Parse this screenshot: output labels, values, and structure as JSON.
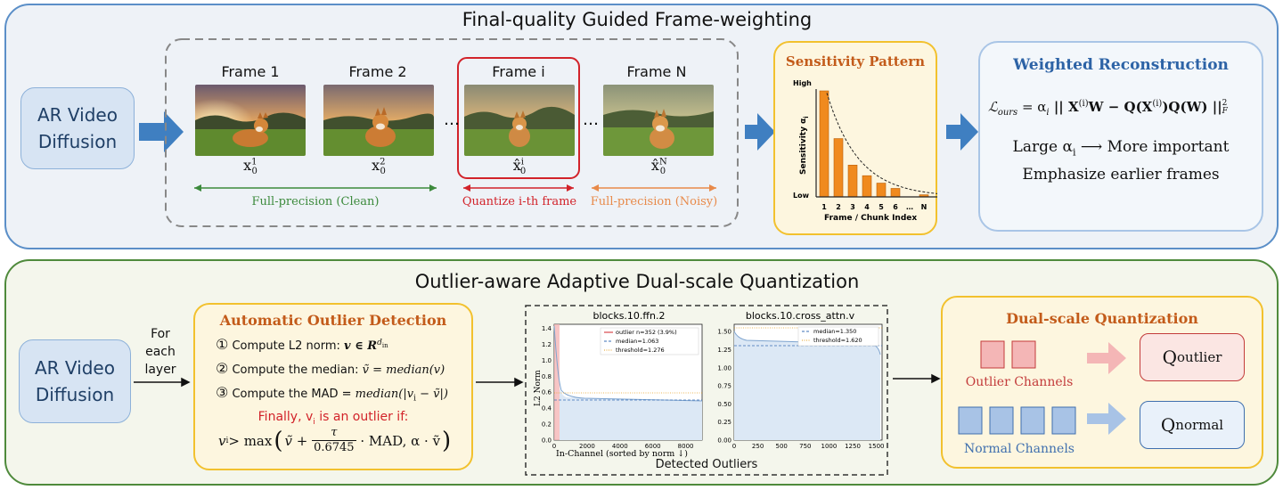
{
  "top": {
    "title": "Final-quality Guided Frame-weighting",
    "source_box": [
      "AR Video",
      "Diffusion"
    ],
    "frames": [
      {
        "title": "Frame 1",
        "label": "x",
        "sup": "1",
        "sub": "0",
        "hat": false
      },
      {
        "title": "Frame 2",
        "label": "x",
        "sup": "2",
        "sub": "0",
        "hat": false
      },
      {
        "title": "Frame i",
        "label": "x̂",
        "sup": "i",
        "sub": "0",
        "hat": true
      },
      {
        "title": "Frame N",
        "label": "x̂",
        "sup": "N",
        "sub": "0",
        "hat": true
      }
    ],
    "ellipsis": "…",
    "segments": {
      "clean": "Full-precision (Clean)",
      "quant": "Quantize i-th frame",
      "noisy": "Full-precision (Noisy)"
    },
    "colors": {
      "clean": "#3c8a3c",
      "quant": "#d2232a",
      "noisy": "#e88a4a",
      "arrow": "#3f7fc1"
    },
    "sensitivity": {
      "title": "Sensitivity Pattern",
      "ylabel": "Sensitivity α",
      "ylabel_sub": "i",
      "y_high": "High",
      "y_low": "Low",
      "xlabel": "Frame / Chunk Index",
      "ticks": [
        "1",
        "2",
        "3",
        "4",
        "5",
        "6",
        "…",
        "N"
      ]
    },
    "weighted": {
      "title": "Weighted Reconstruction",
      "formula_lhs": "ℒ",
      "formula_lhs_sub": "ours",
      "formula_rest": " = α",
      "formula_alpha_sub": "i",
      "formula_body": " || X",
      "formula_sup": "(i)",
      "formula_w": "W − Q(X",
      "formula_sup2": "(i)",
      "formula_end": ")Q(W) ||",
      "formula_norm_sub": "F",
      "formula_norm_sup": "2",
      "line1": "Large α",
      "line1_sub": "i",
      "line1_rest": " ⟶ More important",
      "line2": "Emphasize earlier frames"
    }
  },
  "chart_data": {
    "type": "bar",
    "categories": [
      "1",
      "2",
      "3",
      "4",
      "5",
      "6",
      "…",
      "N"
    ],
    "values": [
      1.0,
      0.55,
      0.3,
      0.2,
      0.13,
      0.08,
      0,
      0.02
    ],
    "ylim": [
      0,
      1.0
    ],
    "title": "Sensitivity Pattern",
    "xlabel": "Frame / Chunk Index",
    "ylabel": "Sensitivity α_i"
  },
  "bottom": {
    "title": "Outlier-aware Adaptive Dual-scale Quantization",
    "source_box": [
      "AR Video",
      "Diffusion"
    ],
    "for_each": [
      "For",
      "each",
      "layer"
    ],
    "detect": {
      "title": "Automatic Outlier Detection",
      "step1_num": "①",
      "step1": "Compute L2 norm: ",
      "step1_math": "v ∈ R",
      "step1_sup": "d",
      "step1_supsub": "in",
      "step2_num": "②",
      "step2": "Compute the median: ",
      "step2_math": "ṽ = median(v)",
      "step3_num": "③",
      "step3": "Compute  the MAD = ",
      "step3_math": "median(|v",
      "step3_sub": "i",
      "step3_end": " − ṽ|)",
      "finally": "Finally, v",
      "finally_sub": "i",
      "finally_end": " is an outlier if:",
      "ineq_lhs": "v",
      "ineq_lhs_sub": "i",
      "ineq_mid": " > max",
      "ineq_tau": "τ",
      "ineq_den": "0.6745",
      "ineq_end": "· MAD, α · ṽ"
    },
    "plots_caption": "Detected Outliers",
    "plot1": {
      "title": "blocks.10.ffn.2",
      "ylabel": "L2 Norm",
      "xlabel": "In-Channel (sorted by norm ↓)",
      "yticks": [
        "1.4",
        "1.2",
        "1.0",
        "0.8",
        "0.6",
        "0.4",
        "0.2",
        "0.0"
      ],
      "xticks": [
        "0",
        "2000",
        "4000",
        "6000",
        "8000"
      ],
      "legend": [
        "outlier  n=352 (3.9%)",
        "median=1.063",
        "threshold=1.276"
      ]
    },
    "plot2": {
      "title": "blocks.10.cross_attn.v",
      "yticks": [
        "1.50",
        "1.25",
        "1.00",
        "0.75",
        "0.50",
        "0.25",
        "0.00"
      ],
      "xticks": [
        "0",
        "250",
        "500",
        "750",
        "1000",
        "1250",
        "1500"
      ],
      "legend": [
        "median=1.350",
        "threshold=1.620"
      ]
    },
    "dual": {
      "title": "Dual-scale Quantization",
      "outlier_label": "Outlier Channels",
      "normal_label": "Normal Channels",
      "q_outlier": "Q",
      "q_outlier_sub": "outlier",
      "q_normal": "Q",
      "q_normal_sub": "normal",
      "colors": {
        "outlier": "#f4b6b6",
        "normal": "#a8c3e6",
        "outlier_text": "#c33b3b",
        "normal_text": "#3f6fae"
      }
    }
  }
}
